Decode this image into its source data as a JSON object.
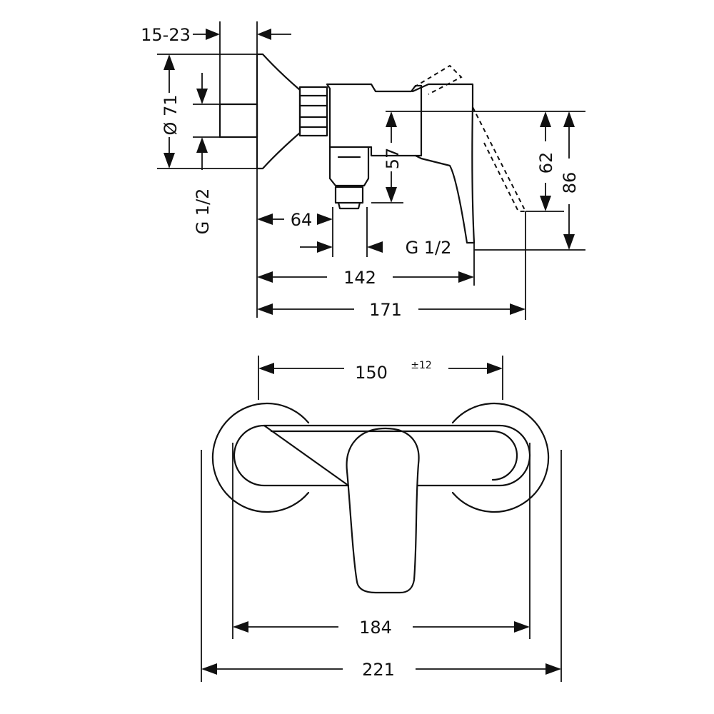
{
  "side_view": {
    "dim_wall_offset": "15-23",
    "dim_diameter": "Ø 71",
    "dim_thread_left": "G 1/2",
    "dim_height_57": "57",
    "dim_height_62": "62",
    "dim_height_86": "86",
    "dim_depth_64": "64",
    "dim_thread_bottom": "G 1/2",
    "dim_depth_142": "142",
    "dim_depth_171": "171"
  },
  "front_view": {
    "dim_centers": "150",
    "dim_tolerance": "±12",
    "dim_width_184": "184",
    "dim_width_221": "221"
  },
  "colors": {
    "line": "#111111",
    "background": "#ffffff"
  }
}
